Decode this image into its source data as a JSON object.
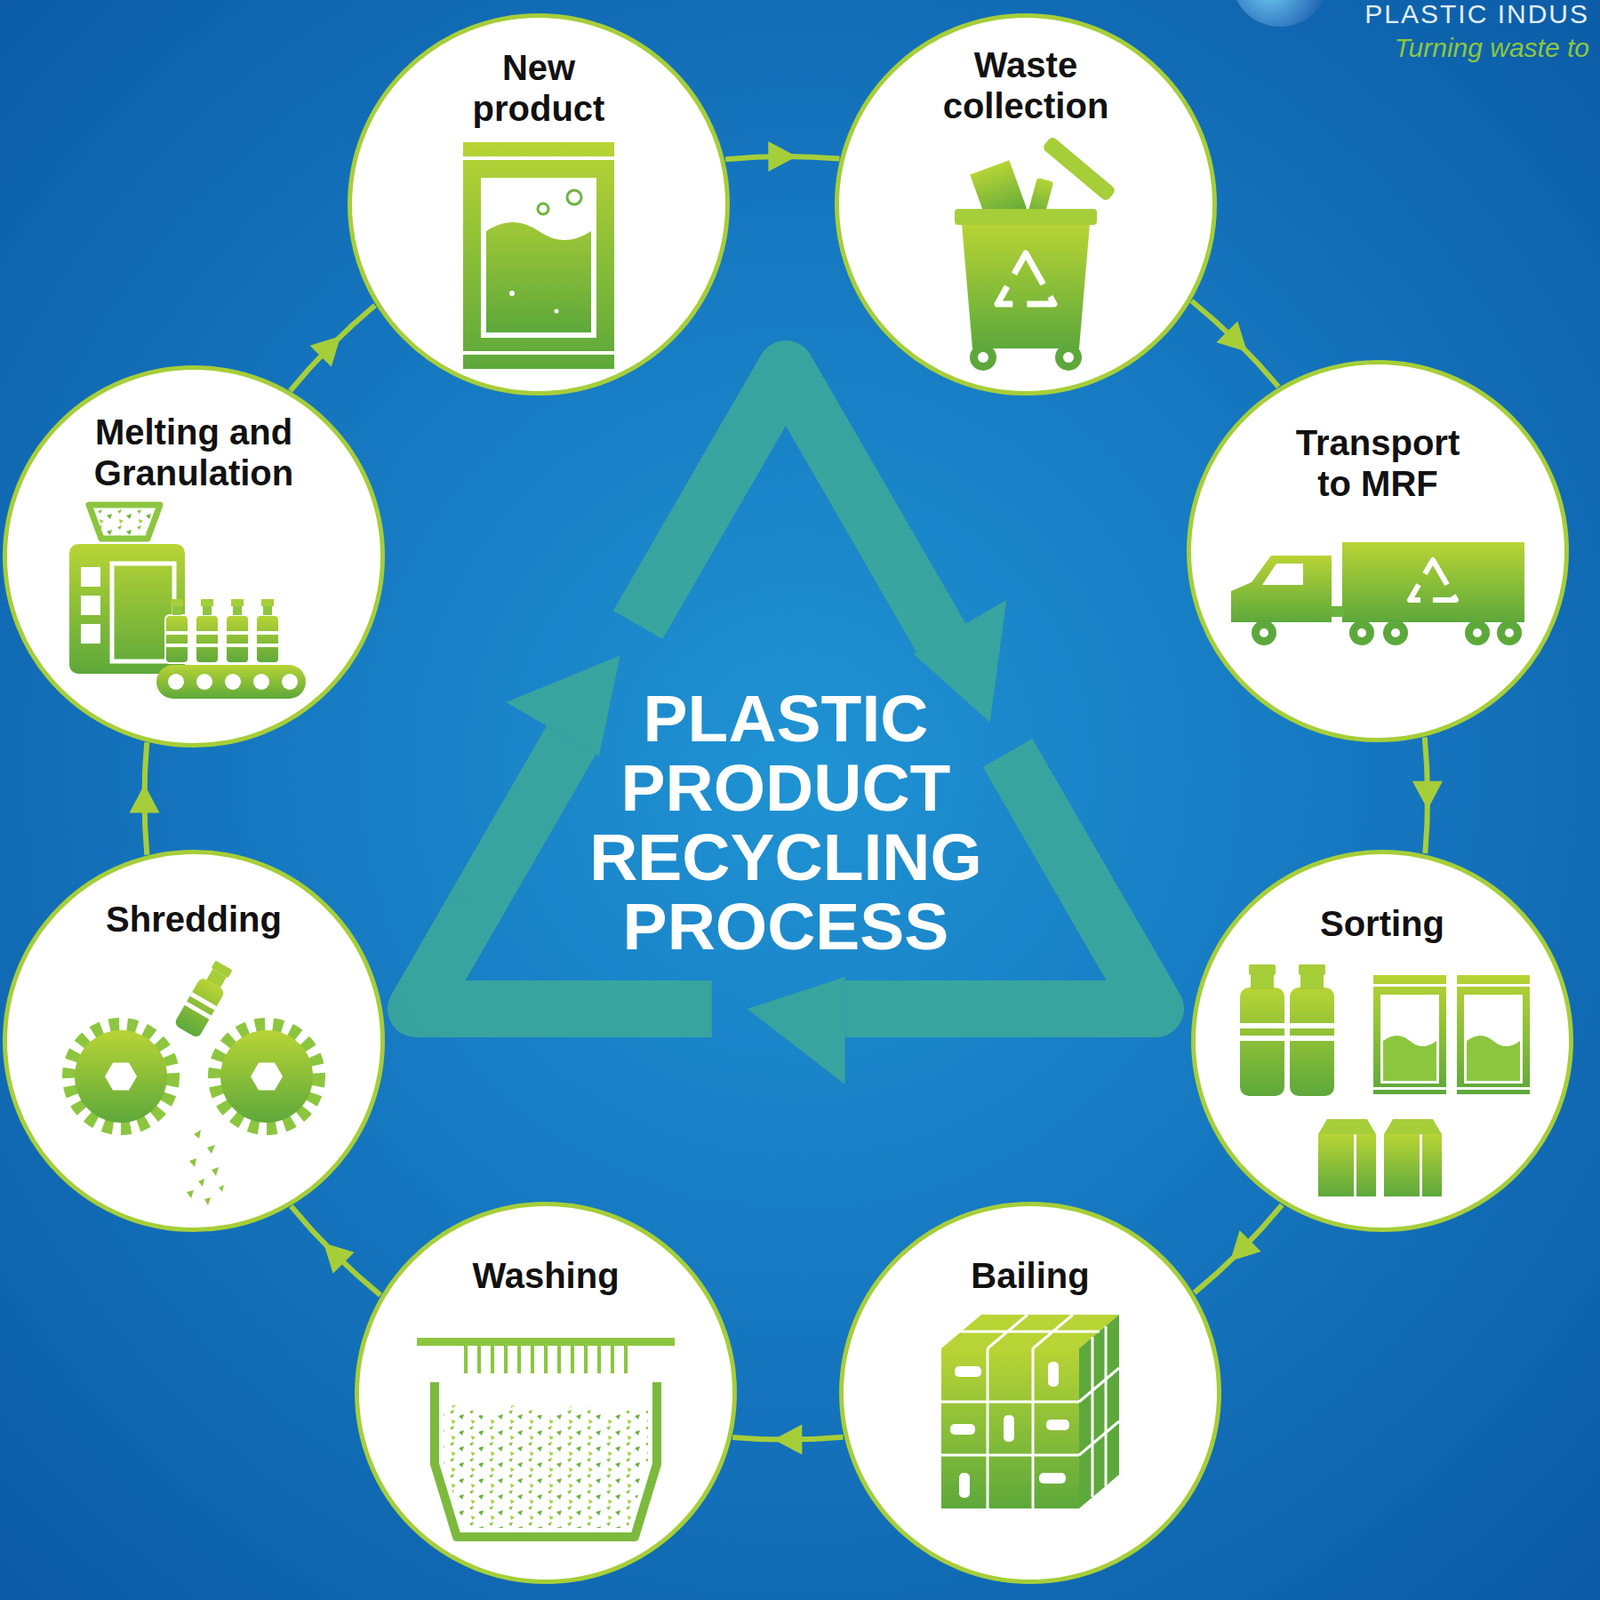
{
  "diagram": {
    "title": "PLASTIC PRODUCT RECYCLING PROCESS",
    "nodes": [
      {
        "text": [
          "New product"
        ]
      },
      {
        "text": [
          "Waste collection"
        ]
      },
      {
        "text": [
          "Transport to MRF"
        ]
      },
      {
        "text": [
          "Sorting"
        ]
      },
      {
        "text": [
          "Bailing"
        ]
      },
      {
        "text": [
          "Washing"
        ]
      },
      {
        "text": [
          "Shredding"
        ]
      },
      {
        "text": [
          "Melting and Granulation"
        ]
      }
    ],
    "edges": [
      {
        "from": 0,
        "to": 1,
        "arrow": "to"
      },
      {
        "from": 1,
        "to": 2,
        "arrow": "to"
      },
      {
        "from": 2,
        "to": 3,
        "arrow": "to"
      },
      {
        "from": 3,
        "to": 4,
        "arrow": "to"
      },
      {
        "from": 4,
        "to": 5,
        "arrow": "to"
      },
      {
        "from": 5,
        "to": 6,
        "arrow": "to"
      },
      {
        "from": 6,
        "to": 7,
        "arrow": "to"
      },
      {
        "from": 7,
        "to": 0,
        "arrow": "to"
      }
    ],
    "labels": [
      "PLASTIC INDUS",
      "Turning waste to"
    ]
  }
}
